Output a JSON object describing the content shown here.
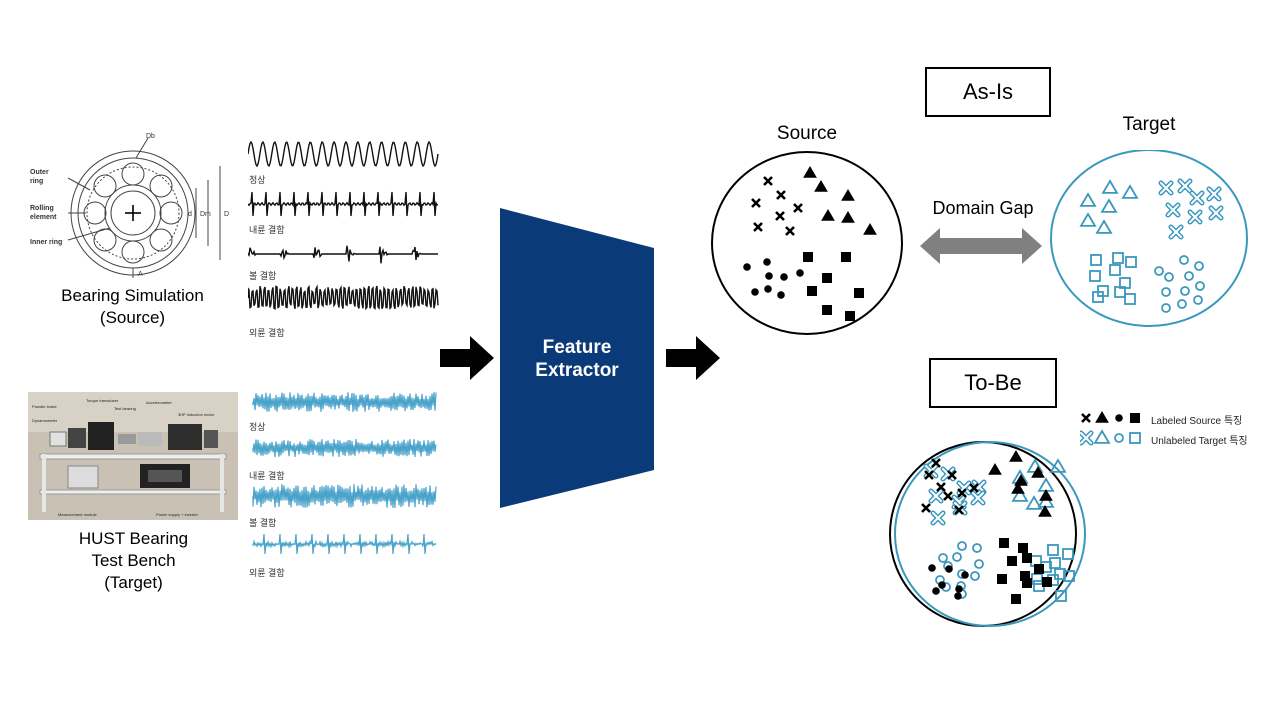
{
  "source_panel": {
    "title_line1": "Bearing Simulation",
    "title_line2": "(Source)",
    "diagram_labels": {
      "outer_ring_1": "Outer",
      "outer_ring_2": "ring",
      "rolling_1": "Rolling",
      "rolling_2": "element",
      "inner_ring": "Inner ring",
      "db": "Db",
      "d": "d",
      "dm": "Dm",
      "D": "D",
      "A": "A"
    },
    "waveform_labels": [
      "정상",
      "내륜 결함",
      "볼 결함",
      "외륜 결함"
    ]
  },
  "target_panel": {
    "title_line1": "HUST Bearing",
    "title_line2": "Test Bench",
    "title_line3": "(Target)",
    "photo_labels": {
      "powder_brake": "Powder brake",
      "torque_transducer": "Torque transducer",
      "dynamometer": "Dynamometer",
      "test_bearing": "Test bearing",
      "accelerometer": "Accelerometer",
      "motor": "3HP induction motor",
      "measurement": "Measurement module",
      "power_supply": "Power supply + inverter"
    },
    "waveform_labels": [
      "정상",
      "내륜 결함",
      "볼 결함",
      "외륜 결함"
    ]
  },
  "extractor": {
    "line1": "Feature",
    "line2": "Extractor",
    "color": "#0b3a78"
  },
  "asis": {
    "title": "As-Is",
    "source_label": "Source",
    "target_label": "Target",
    "gap_label": "Domain Gap"
  },
  "tobe": {
    "title": "To-Be"
  },
  "legend": {
    "labeled": "Labeled Source 특징",
    "unlabeled": "Unlabeled Target 특징"
  },
  "colors": {
    "target": "#3a98bd",
    "gap_arrow": "#808080"
  }
}
